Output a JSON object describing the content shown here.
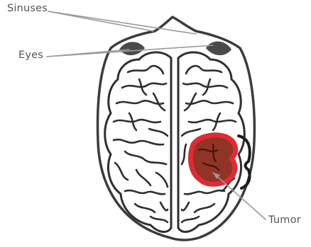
{
  "labels": {
    "sinuses": "Sinuses",
    "eyes": "Eyes",
    "tumor": "Tumor"
  },
  "colors": {
    "outline": "#3c3c3c",
    "eye_fill": "#4a4a4a",
    "pointer_line": "#9a9a9a",
    "tumor_fill": "#8b2a1a",
    "tumor_glow": "#e0202a",
    "label_text": "#555555"
  }
}
